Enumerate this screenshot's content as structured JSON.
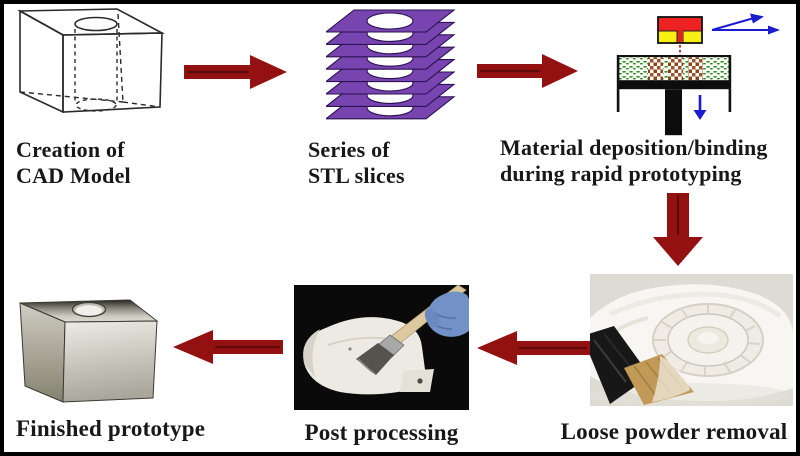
{
  "diagram": {
    "steps": [
      {
        "key": "cad",
        "label": "Creation of\nCAD Model"
      },
      {
        "key": "stl",
        "label": "Series of\nSTL slices"
      },
      {
        "key": "deposition",
        "label": "Material deposition/binding\nduring rapid prototyping"
      },
      {
        "key": "powder",
        "label": "Loose powder removal"
      },
      {
        "key": "post",
        "label": "Post processing"
      },
      {
        "key": "finished",
        "label": "Finished prototype"
      }
    ],
    "colors": {
      "arrow_red": "#931111",
      "arrow_core": "#5f0b0b",
      "slice_purple": "#7744b0",
      "slice_outline": "#2a1150",
      "motion_blue": "#1b1bd0",
      "printhead_red": "#ee2222",
      "printhead_yellow": "#f8f014",
      "powder_green": "#2f8f2f",
      "binder_brown": "#a0522d",
      "ink_black": "#0d0d0d"
    }
  }
}
